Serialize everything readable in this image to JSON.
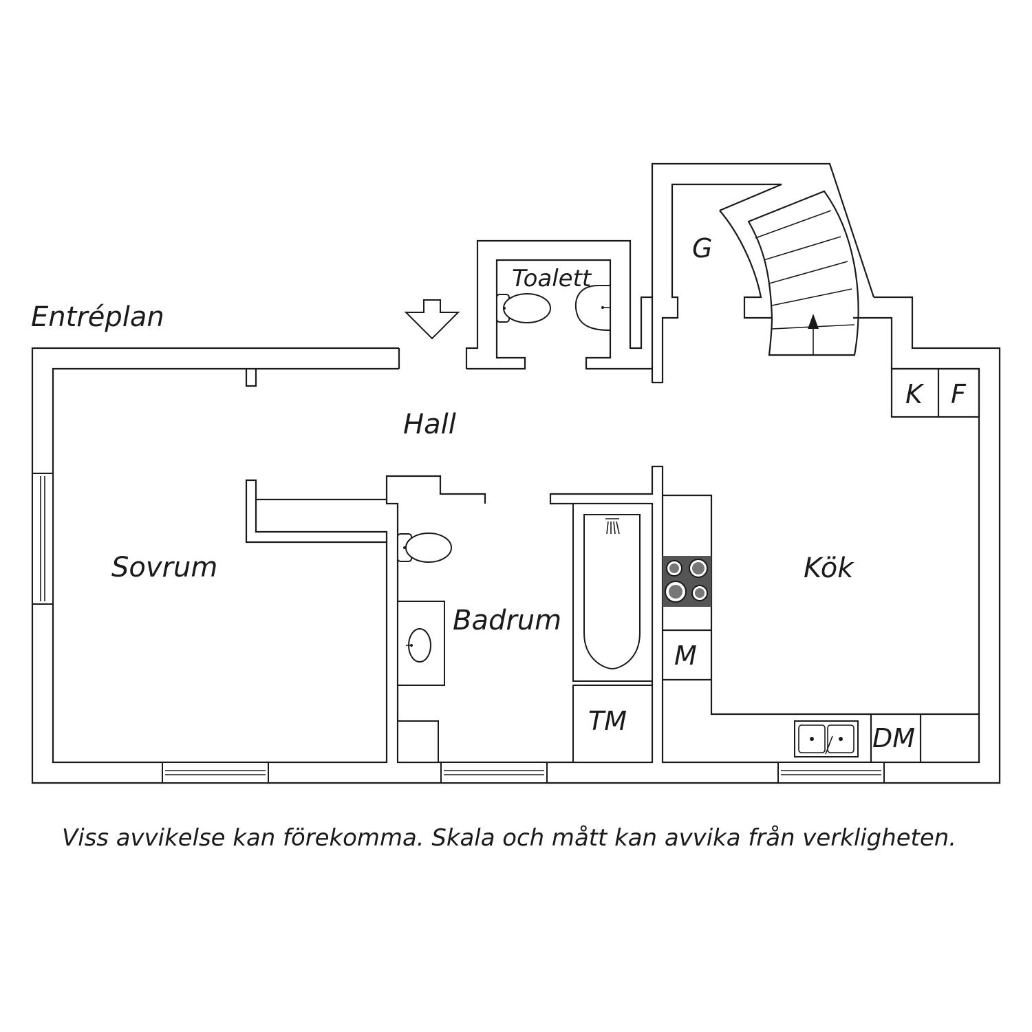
{
  "floor_label": "Entréplan",
  "rooms": {
    "hall": "Hall",
    "sovrum": "Sovrum",
    "badrum": "Badrum",
    "kok": "Kök",
    "toalett": "Toalett",
    "g": "G"
  },
  "appliances": {
    "k": "K",
    "f": "F",
    "m": "M",
    "tm": "TM",
    "dm": "DM"
  },
  "disclaimer": "Viss avvikelse kan förekomma. Skala och mått kan avvika från verkligheten.",
  "colors": {
    "line": "#1a1a1a",
    "background": "#ffffff",
    "stove": "#555555"
  }
}
